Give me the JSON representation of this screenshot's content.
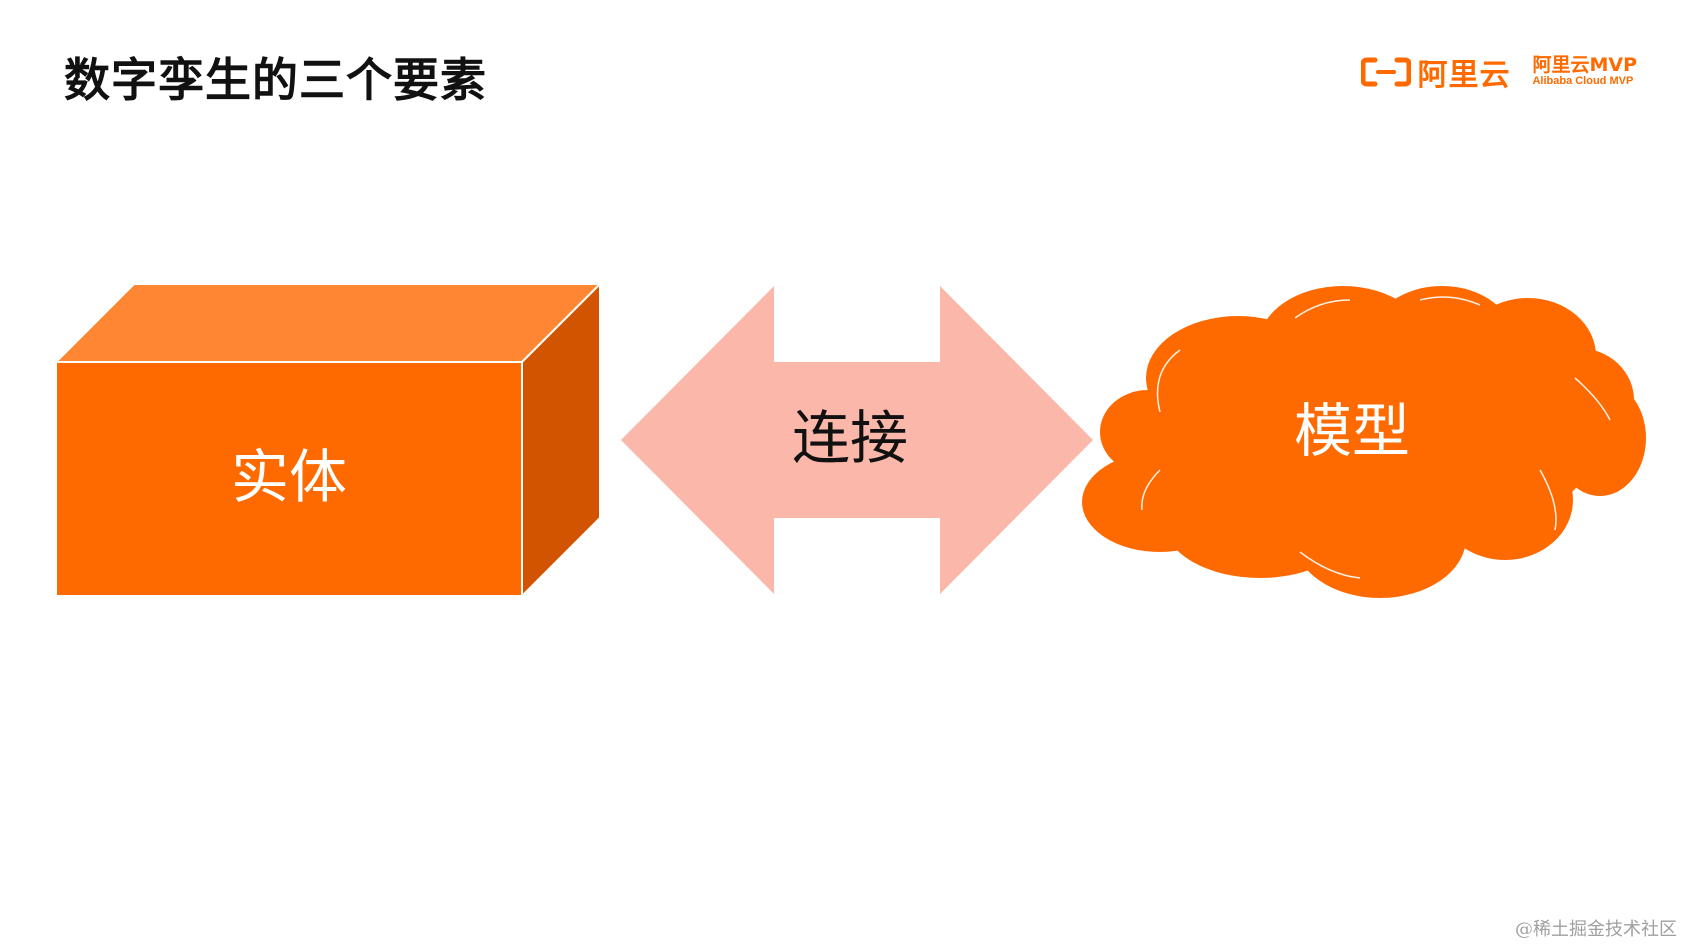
{
  "slide": {
    "title": "数字孪生的三个要素"
  },
  "brand": {
    "name": "阿里云",
    "mvp_title": "阿里云MVP",
    "mvp_subtitle": "Alibaba Cloud MVP",
    "logo_icon": "aliyun-bracket-logo-icon",
    "color": "#ff6a00"
  },
  "diagram": {
    "entity": {
      "label": "实体",
      "front_color": "#ff6a00",
      "top_color": "#ff8633",
      "side_color": "#d35400",
      "text_color": "#ffffff"
    },
    "connection": {
      "label": "连接",
      "color": "#fbb8aa",
      "text_color": "#111111"
    },
    "model": {
      "label": "模型",
      "color": "#ff6a00",
      "text_color": "#ffffff"
    }
  },
  "watermark": "@稀土掘金技术社区"
}
